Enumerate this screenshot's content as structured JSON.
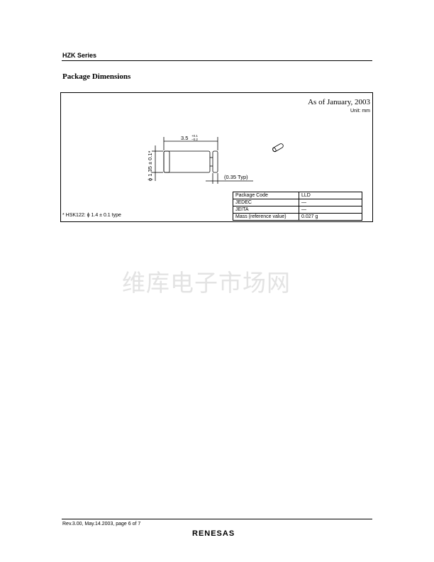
{
  "header": {
    "series": "HZK Series"
  },
  "section": {
    "title": "Package Dimensions"
  },
  "package": {
    "as_of": "As of January, 2003",
    "unit": "Unit: mm",
    "length_dim": "3.5",
    "length_tol_plus": "+0.1",
    "length_tol_minus": "−0.2",
    "diameter_dim": "ϕ 1.35 ± 0.1*",
    "cap_dim": "(0.35 Typ)",
    "footnote": "* HSK122: ϕ 1.4 ± 0.1 type",
    "table": [
      {
        "label": "Package Code",
        "value": "LLD"
      },
      {
        "label": "JEDEC",
        "value": "—"
      },
      {
        "label": "JEITA",
        "value": "—"
      },
      {
        "label": "Mass (reference value)",
        "value": "0.027 g"
      }
    ]
  },
  "watermark": "维库电子市场网",
  "footer": {
    "revision": "Rev.3.00,  May.14.2003,  page 6 of 7",
    "logo": "RENESAS"
  }
}
